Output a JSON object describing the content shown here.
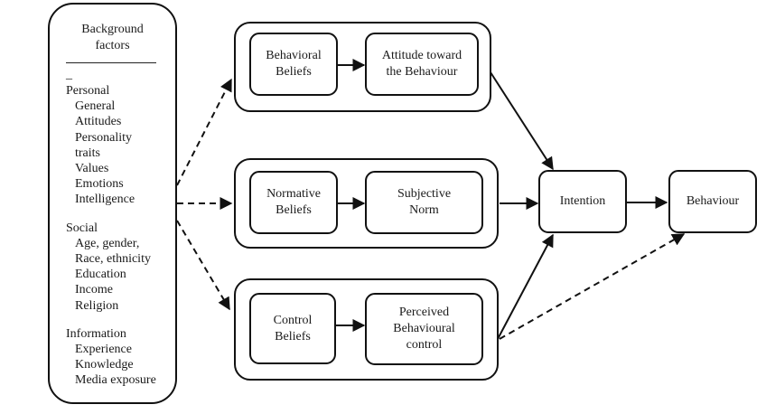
{
  "diagram": {
    "background": {
      "title_lines": [
        "Background",
        "factors"
      ],
      "separator": "_",
      "groups": [
        {
          "heading": "Personal",
          "items": [
            "General",
            "Attitudes",
            "Personality",
            "traits",
            "Values",
            "Emotions",
            "Intelligence"
          ]
        },
        {
          "heading": "Social",
          "items": [
            "Age, gender,",
            "Race, ethnicity",
            "Education",
            "Income",
            "Religion"
          ]
        },
        {
          "heading": "Information",
          "items": [
            "Experience",
            "Knowledge",
            "Media exposure"
          ]
        }
      ]
    },
    "rows": [
      {
        "beliefs": [
          "Behavioral",
          "Beliefs"
        ],
        "outcome": [
          "Attitude toward",
          "the Behaviour"
        ]
      },
      {
        "beliefs": [
          "Normative",
          "Beliefs"
        ],
        "outcome": [
          "Subjective",
          "Norm"
        ]
      },
      {
        "beliefs": [
          "Control",
          "Beliefs"
        ],
        "outcome": [
          "Perceived",
          "Behavioural",
          "control"
        ]
      }
    ],
    "intention": "Intention",
    "behaviour": "Behaviour",
    "edges": [
      {
        "from": "background",
        "to": "row-1",
        "style": "dashed"
      },
      {
        "from": "background",
        "to": "row-2",
        "style": "dashed"
      },
      {
        "from": "background",
        "to": "row-3",
        "style": "dashed"
      },
      {
        "from": "behavioral-beliefs",
        "to": "attitude",
        "style": "solid"
      },
      {
        "from": "normative-beliefs",
        "to": "subjective-norm",
        "style": "solid"
      },
      {
        "from": "control-beliefs",
        "to": "perceived-control",
        "style": "solid"
      },
      {
        "from": "row-1",
        "to": "intention",
        "style": "solid"
      },
      {
        "from": "row-2",
        "to": "intention",
        "style": "solid"
      },
      {
        "from": "row-3",
        "to": "intention",
        "style": "solid"
      },
      {
        "from": "intention",
        "to": "behaviour",
        "style": "solid"
      },
      {
        "from": "row-3",
        "to": "behaviour",
        "style": "dashed"
      }
    ]
  }
}
